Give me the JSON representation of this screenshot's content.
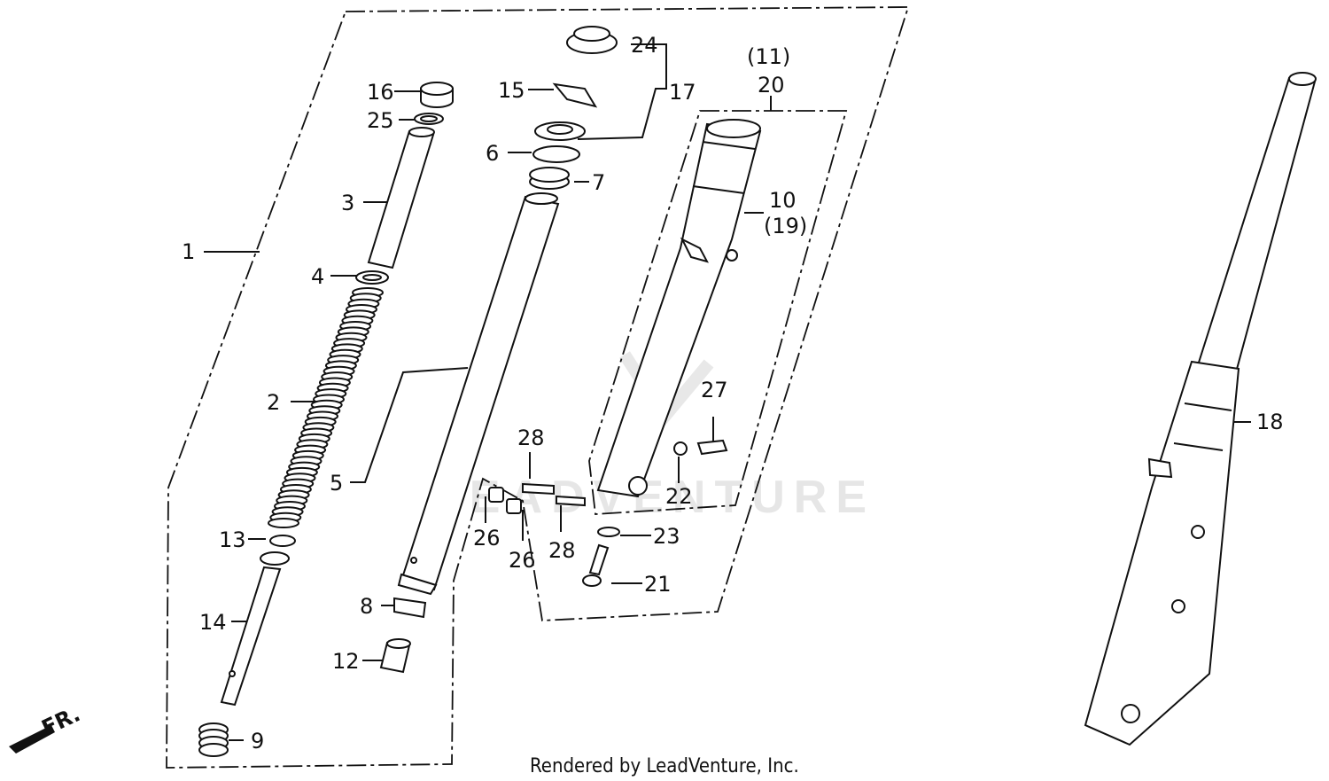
{
  "callouts": {
    "c1": "1",
    "c2": "2",
    "c3": "3",
    "c4": "4",
    "c5": "5",
    "c6": "6",
    "c7": "7",
    "c8": "8",
    "c9": "9",
    "c10": "10",
    "c11": "(11)",
    "c12": "12",
    "c13": "13",
    "c14": "14",
    "c15": "15",
    "c16": "16",
    "c17": "17",
    "c18": "18",
    "c19": "(19)",
    "c20": "20",
    "c21": "21",
    "c22": "22",
    "c23": "23",
    "c24": "24",
    "c25": "25",
    "c26a": "26",
    "c26b": "26",
    "c27": "27",
    "c28a": "28",
    "c28b": "28"
  },
  "direction_label": "FR.",
  "watermark": "LEADVENTURE",
  "footer": "Rendered by LeadVenture, Inc."
}
